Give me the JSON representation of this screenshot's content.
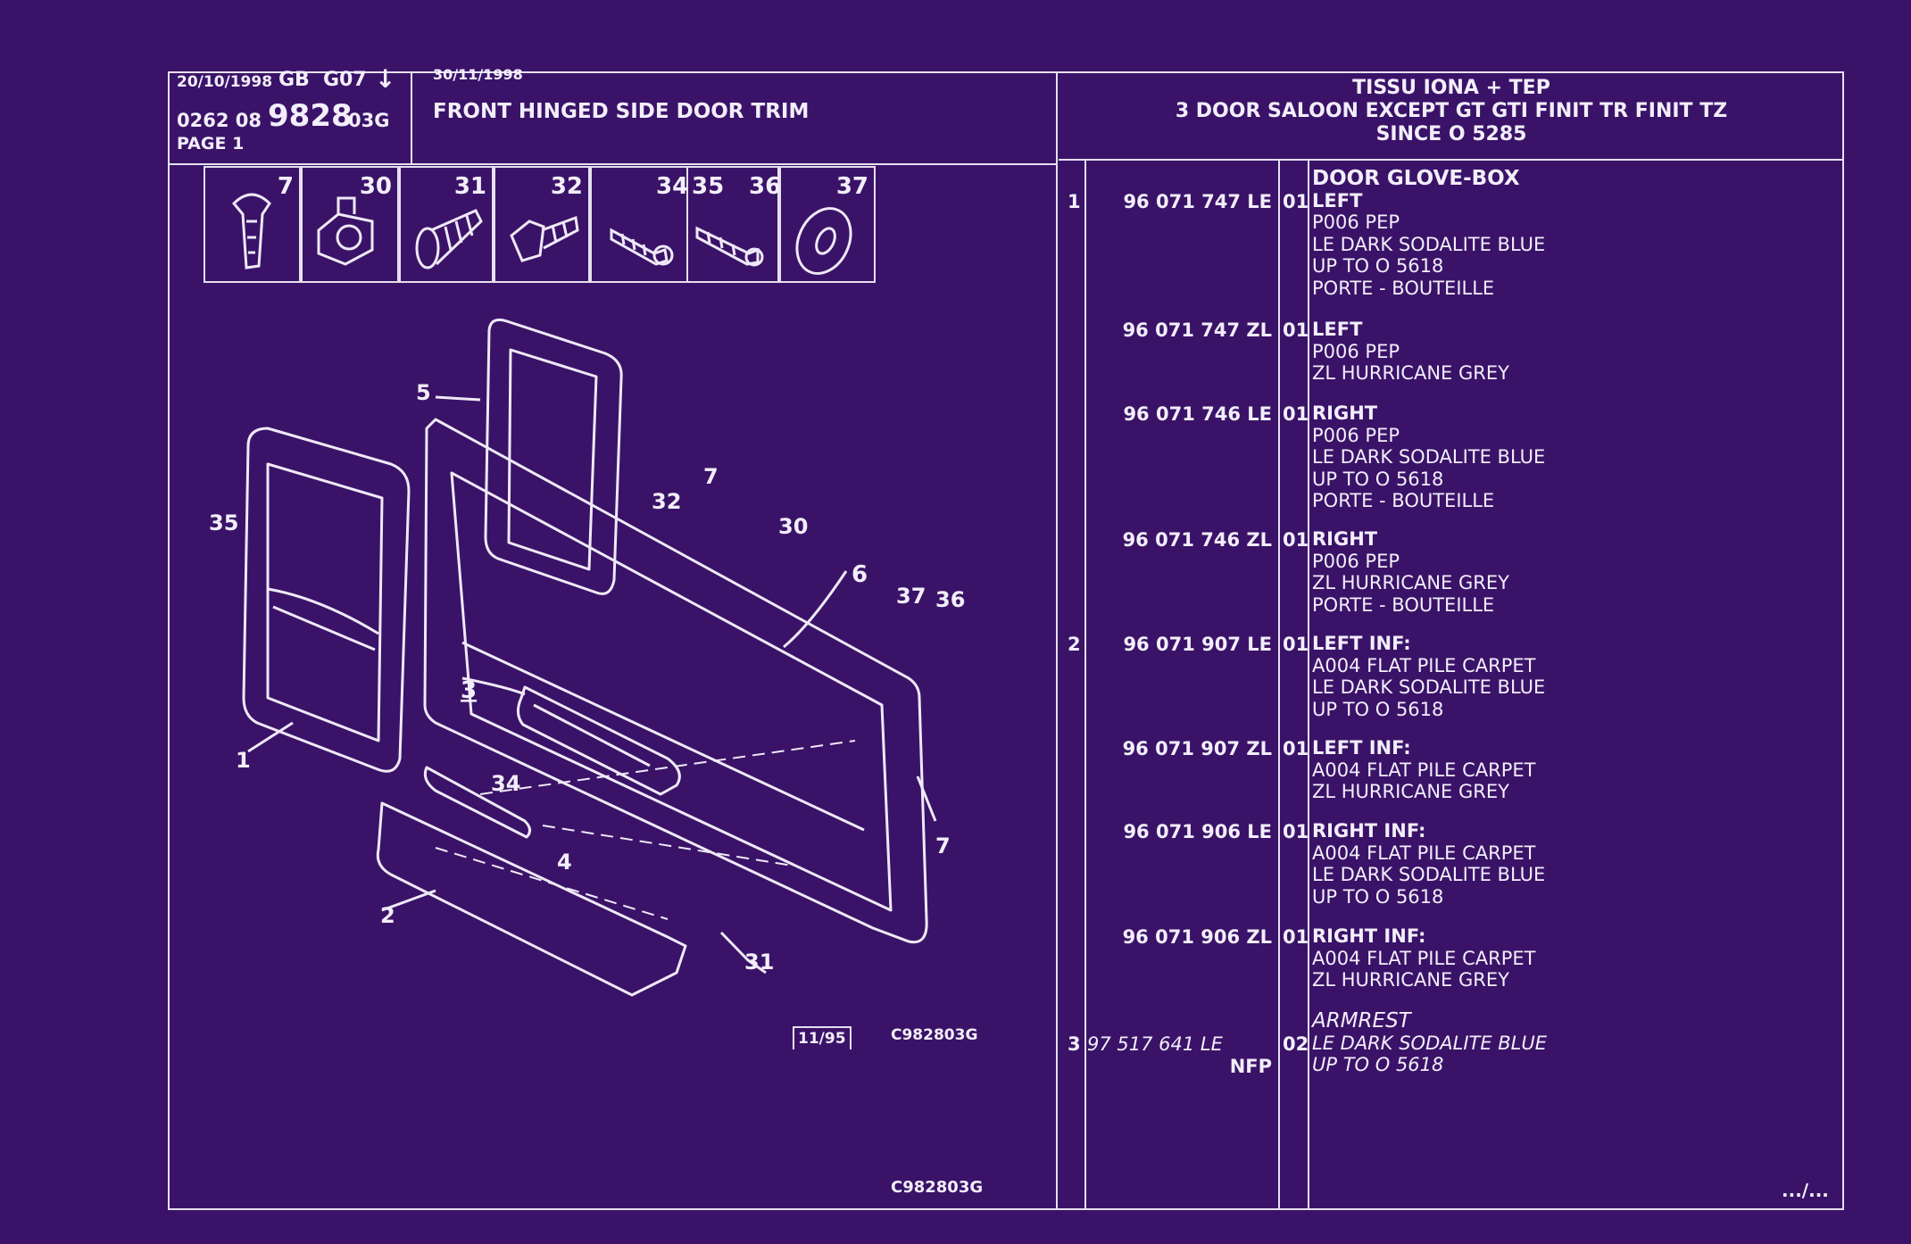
{
  "header": {
    "date1": "20/10/1998",
    "region": "GB",
    "group": "G07",
    "code_prefix": "0262 08",
    "code_main": "9828",
    "code_suffix": "03G",
    "page": "PAGE 1",
    "date2": "30/11/1998",
    "title": "FRONT HINGED SIDE DOOR TRIM",
    "spec_line1": "TISSU IONA + TEP",
    "spec_line2": "3 DOOR SALOON EXCEPT GT GTI FINIT TR FINIT TZ",
    "spec_line3": "SINCE O 5285"
  },
  "small_parts": [
    "7",
    "30",
    "31",
    "32",
    "34",
    "35",
    "36",
    "37"
  ],
  "diagram": {
    "labels": [
      "5",
      "32",
      "7",
      "35",
      "30",
      "6",
      "37",
      "36",
      "3",
      "34",
      "1",
      "4",
      "2",
      "31",
      "7"
    ],
    "stamp_date": "11/95",
    "stamp_ref": "C982803G",
    "footer_ref": "C982803G"
  },
  "parts": [
    {
      "item": "1",
      "part_no": "96 071 747 LE",
      "qty": "01",
      "lines": [
        "DOOR GLOVE-BOX",
        "LEFT",
        "P006 PEP",
        "LE DARK SODALITE BLUE",
        "UP TO O 5618",
        "PORTE - BOUTEILLE"
      ]
    },
    {
      "item": "",
      "part_no": "96 071 747 ZL",
      "qty": "01",
      "lines": [
        "LEFT",
        "P006 PEP",
        "ZL HURRICANE GREY"
      ]
    },
    {
      "item": "",
      "part_no": "96 071 746 LE",
      "qty": "01",
      "lines": [
        "RIGHT",
        "P006 PEP",
        "LE DARK SODALITE BLUE",
        "UP TO O 5618",
        "PORTE - BOUTEILLE"
      ]
    },
    {
      "item": "",
      "part_no": "96 071 746 ZL",
      "qty": "01",
      "lines": [
        "RIGHT",
        "P006 PEP",
        "ZL HURRICANE GREY",
        "PORTE - BOUTEILLE"
      ]
    },
    {
      "item": "2",
      "part_no": "96 071 907 LE",
      "qty": "01",
      "lines": [
        "LEFT INF:",
        "A004 FLAT PILE CARPET",
        "LE DARK SODALITE BLUE",
        "UP TO O 5618"
      ]
    },
    {
      "item": "",
      "part_no": "96 071 907 ZL",
      "qty": "01",
      "lines": [
        "LEFT INF:",
        "A004 FLAT PILE CARPET",
        "ZL HURRICANE GREY"
      ]
    },
    {
      "item": "",
      "part_no": "96 071 906 LE",
      "qty": "01",
      "lines": [
        "RIGHT INF:",
        "A004 FLAT PILE CARPET",
        "LE DARK SODALITE BLUE",
        "UP TO O 5618"
      ]
    },
    {
      "item": "",
      "part_no": "96 071 906 ZL",
      "qty": "01",
      "lines": [
        "RIGHT INF:",
        "A004 FLAT PILE CARPET",
        "ZL HURRICANE GREY"
      ]
    },
    {
      "item": "3",
      "part_no": "97 517 641 LE",
      "note": "NFP",
      "qty": "02",
      "lines": [
        "ARMREST",
        "LE DARK SODALITE BLUE",
        "UP TO O 5618"
      ]
    }
  ],
  "continuation": ".../..."
}
